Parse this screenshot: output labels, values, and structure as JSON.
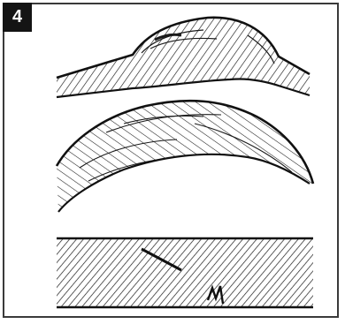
{
  "figure": {
    "step_number": "4",
    "panels": [
      {
        "id": "top",
        "icon": "raised-grain-bump-on-thin-board-icon"
      },
      {
        "id": "middle",
        "icon": "raised-hump-cross-section-icon"
      },
      {
        "id": "bottom",
        "icon": "flat-hatched-board-icon"
      }
    ],
    "colors": {
      "ink": "#1a1a1a",
      "frame": "#3a3a3a",
      "badge": "#141414",
      "background": "#ffffff"
    }
  }
}
